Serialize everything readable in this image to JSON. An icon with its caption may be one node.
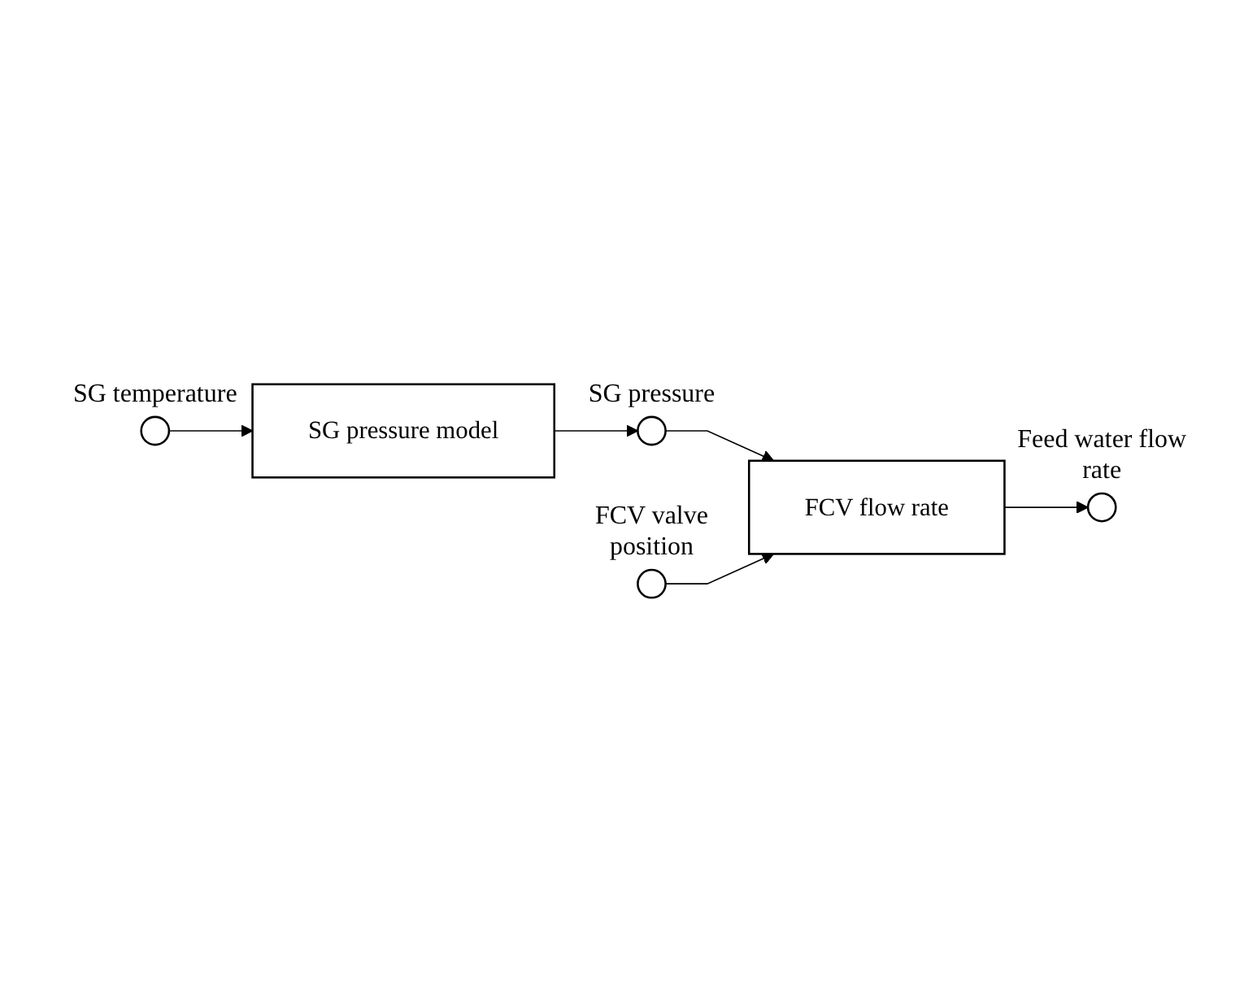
{
  "diagram": {
    "nodes": [
      {
        "text": [],
        "shape": "circle",
        "beside": [
          "SG temperature"
        ]
      },
      {
        "text": [
          "SG pressure model"
        ]
      },
      {
        "text": [],
        "shape": "circle",
        "beside": [
          "SG pressure"
        ]
      },
      {
        "text": [
          "FCV flow rate"
        ]
      },
      {
        "text": [],
        "shape": "circle",
        "beside": [
          "Feed water flow rate"
        ]
      },
      {
        "text": [],
        "shape": "circle",
        "beside": [
          "FCV valve position"
        ]
      }
    ],
    "edges": [
      {
        "from": 0,
        "to": 1,
        "arrow": "to"
      },
      {
        "from": 1,
        "to": 2,
        "arrow": "to"
      },
      {
        "from": 2,
        "to": 3,
        "arrow": "to"
      },
      {
        "from": 3,
        "to": 4,
        "arrow": "to"
      },
      {
        "from": 5,
        "to": 3,
        "arrow": "to"
      }
    ]
  }
}
